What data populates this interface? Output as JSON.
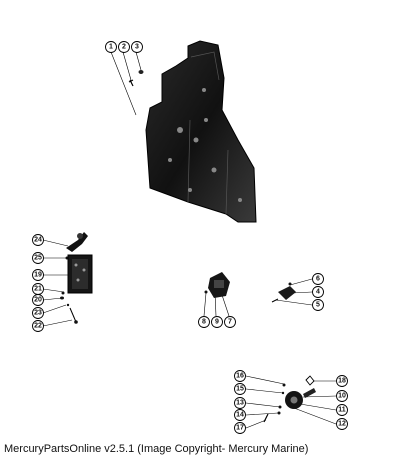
{
  "caption": "MercuryPartsOnline v2.5.1 (Image Copyright- Mercury Marine)",
  "callouts": {
    "c1": "1",
    "c2": "2",
    "c3": "3",
    "c24": "24",
    "c25": "25",
    "c19": "19",
    "c21": "21",
    "c20": "20",
    "c23": "23",
    "c22": "22",
    "c6": "6",
    "c4": "4",
    "c5": "5",
    "c8": "8",
    "c9": "9",
    "c7": "7",
    "c16": "16",
    "c15": "15",
    "c13": "13",
    "c14": "14",
    "c17": "17",
    "c18": "18",
    "c10": "10",
    "c11": "11",
    "c12": "12"
  }
}
